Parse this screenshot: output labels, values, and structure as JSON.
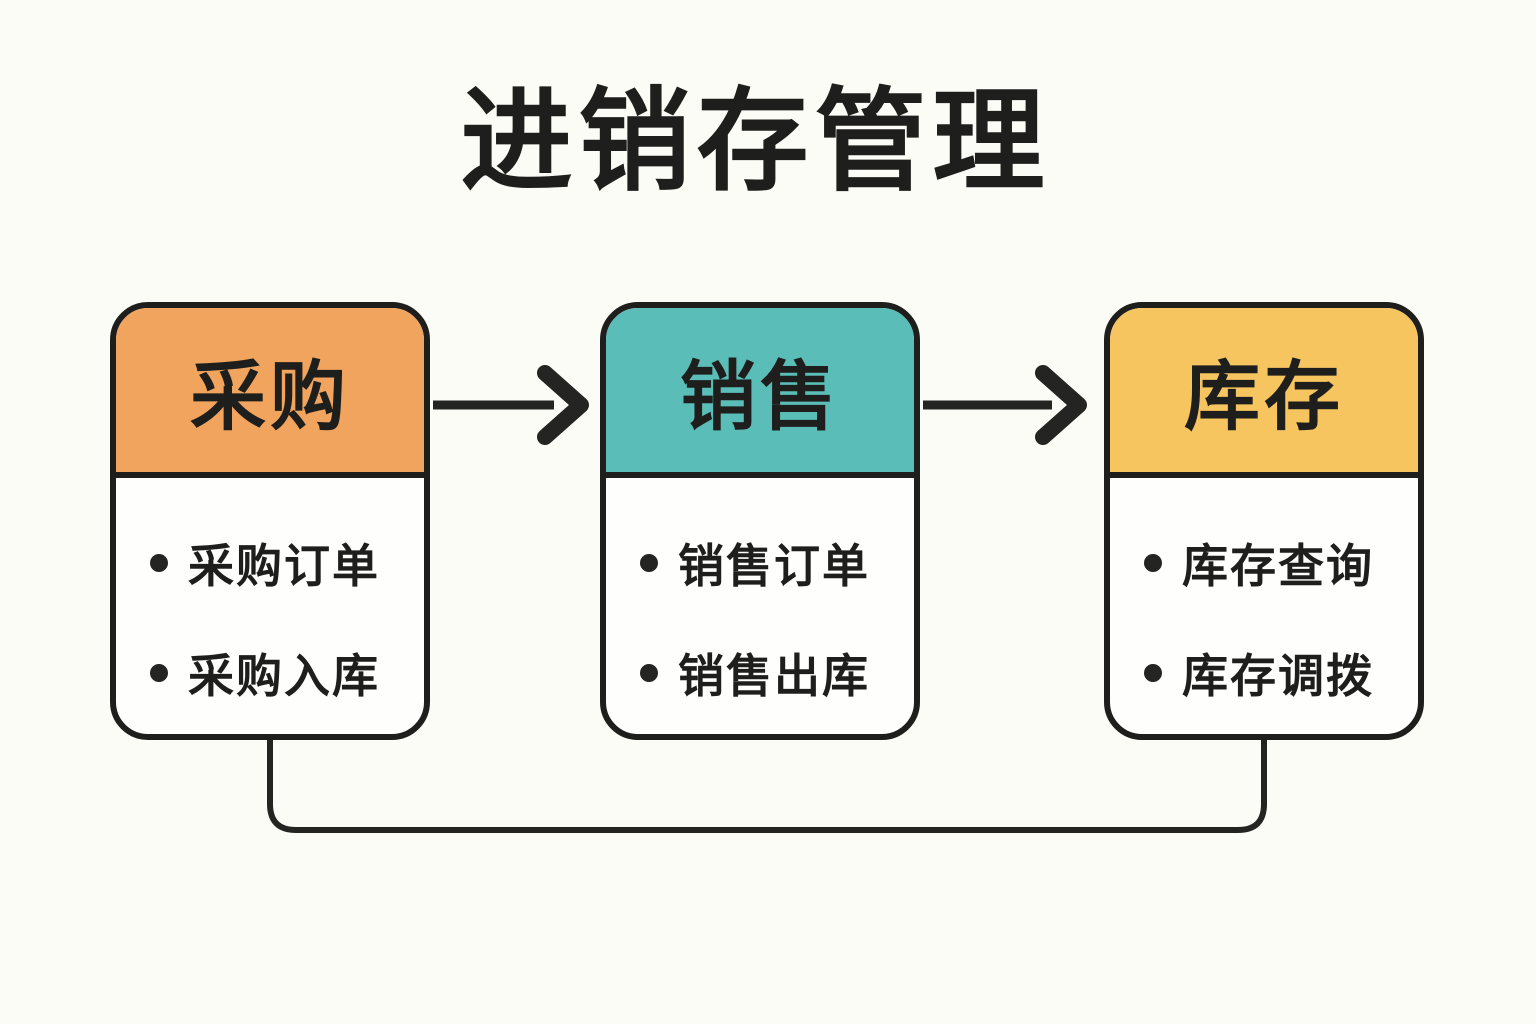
{
  "title": "进销存管理",
  "nodes": [
    {
      "id": "purchase",
      "label": "采购",
      "items": [
        "采购订单",
        "采购入库"
      ]
    },
    {
      "id": "sales",
      "label": "销售",
      "items": [
        "销售订单",
        "销售出库"
      ]
    },
    {
      "id": "inventory",
      "label": "库存",
      "items": [
        "库存查询",
        "库存调拨"
      ]
    }
  ],
  "connections": [
    {
      "from": "purchase",
      "to": "sales",
      "style": "arrow-right"
    },
    {
      "from": "sales",
      "to": "inventory",
      "style": "arrow-right"
    },
    {
      "from": "inventory",
      "to": "purchase",
      "style": "bottom-loop-line"
    }
  ],
  "colors": {
    "background": "#FCFCF7",
    "line": "#1E1E1C",
    "purchase_header": "#F0A45E",
    "sales_header": "#5BBDB7",
    "inventory_header": "#F7C560",
    "card_body": "#FEFEFC",
    "text": "#1E1E1C"
  }
}
